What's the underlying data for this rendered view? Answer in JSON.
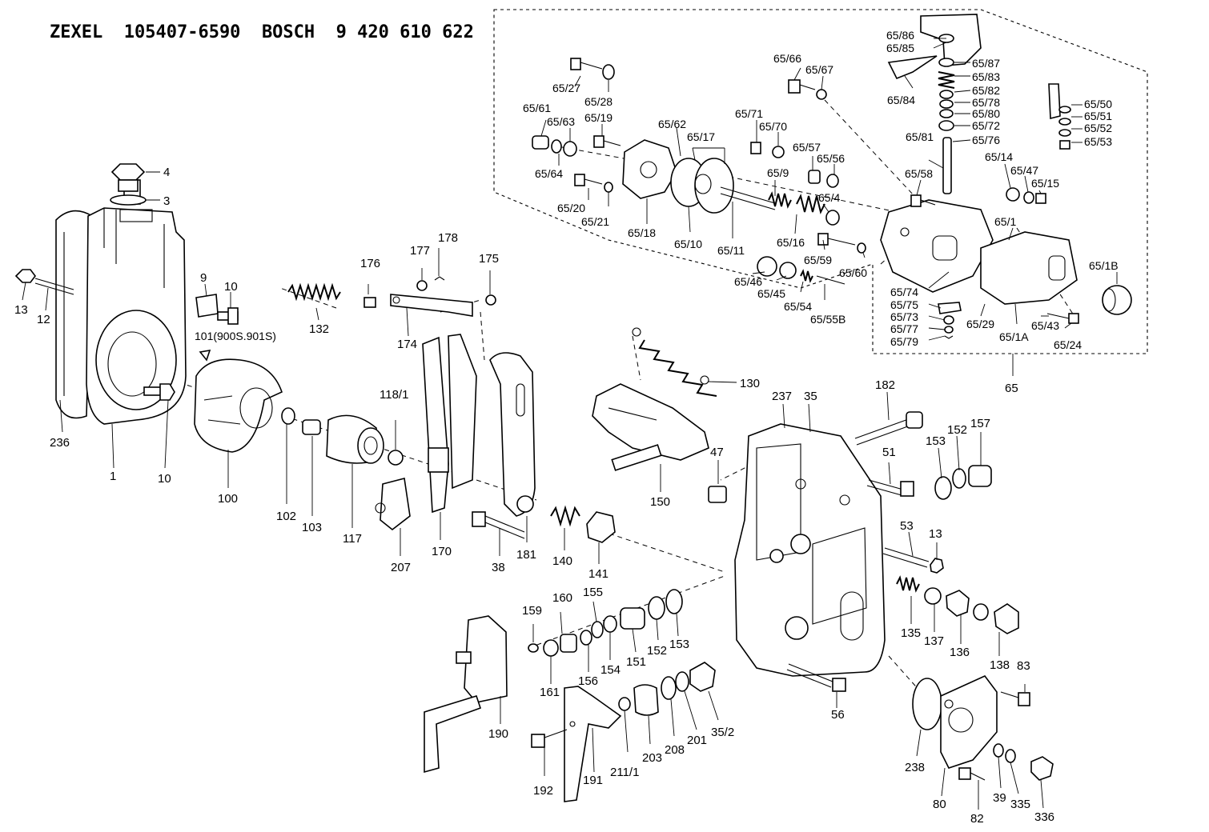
{
  "title": {
    "make1": "ZEXEL",
    "number1": "105407-6590",
    "make2": "BOSCH",
    "number2": "9 420 610 622"
  },
  "labels": {
    "p4": "4",
    "p3": "3",
    "p9": "9",
    "p10a": "10",
    "p10b": "10",
    "p13a": "13",
    "p12": "12",
    "p236": "236",
    "p1": "1",
    "p101": "101(900S.901S)",
    "p100": "100",
    "p102": "102",
    "p103": "103",
    "p117": "117",
    "p118_1": "118/1",
    "p132": "132",
    "p176": "176",
    "p177": "177",
    "p178": "178",
    "p175": "175",
    "p174": "174",
    "p207": "207",
    "p170": "170",
    "p38": "38",
    "p181": "181",
    "p140": "140",
    "p141": "141",
    "p130": "130",
    "p150": "150",
    "p47": "47",
    "p237": "237",
    "p35": "35",
    "p182": "182",
    "p51": "51",
    "p153a": "153",
    "p152a": "152",
    "p157": "157",
    "p53": "53",
    "p13b": "13",
    "p135": "135",
    "p137": "137",
    "p136": "136",
    "p138": "138",
    "p159": "159",
    "p160": "160",
    "p155": "155",
    "p161": "161",
    "p156": "156",
    "p154": "154",
    "p151": "151",
    "p152b": "152",
    "p153b": "153",
    "p190": "190",
    "p192": "192",
    "p191": "191",
    "p211_1": "211/1",
    "p203": "203",
    "p208": "208",
    "p201": "201",
    "p35_2": "35/2",
    "p56": "56",
    "p238": "238",
    "p80": "80",
    "p83": "83",
    "p82": "82",
    "p39": "39",
    "p335": "335",
    "p336": "336",
    "p65": "65",
    "g65_86": "65/86",
    "g65_85": "65/85",
    "g65_87": "65/87",
    "g65_83": "65/83",
    "g65_82": "65/82",
    "g65_78": "65/78",
    "g65_80": "65/80",
    "g65_72": "65/72",
    "g65_84": "65/84",
    "g65_66": "65/66",
    "g65_67": "65/67",
    "g65_27": "65/27",
    "g65_28": "65/28",
    "g65_61": "65/61",
    "g65_63": "65/63",
    "g65_19": "65/19",
    "g65_62": "65/62",
    "g65_17": "65/17",
    "g65_71": "65/71",
    "g65_70": "65/70",
    "g65_81": "65/81",
    "g65_76": "65/76",
    "g65_50": "65/50",
    "g65_51": "65/51",
    "g65_52": "65/52",
    "g65_53": "65/53",
    "g65_57": "65/57",
    "g65_56": "65/56",
    "g65_14": "65/14",
    "g65_47": "65/47",
    "g65_15": "65/15",
    "g65_64": "65/64",
    "g65_9": "65/9",
    "g65_58": "65/58",
    "g65_4": "65/4",
    "g65_20": "65/20",
    "g65_21": "65/21",
    "g65_18": "65/18",
    "g65_10": "65/10",
    "g65_11": "65/11",
    "g65_16": "65/16",
    "g65_1": "65/1",
    "g65_59": "65/59",
    "g65_60": "65/60",
    "g65_1B": "65/1B",
    "g65_46": "65/46",
    "g65_45": "65/45",
    "g65_54": "65/54",
    "g65_55B": "65/55B",
    "g65_74": "65/74",
    "g65_75": "65/75",
    "g65_73": "65/73",
    "g65_77": "65/77",
    "g65_79": "65/79",
    "g65_29": "65/29",
    "g65_1A": "65/1A",
    "g65_43": "65/43",
    "g65_24": "65/24"
  }
}
